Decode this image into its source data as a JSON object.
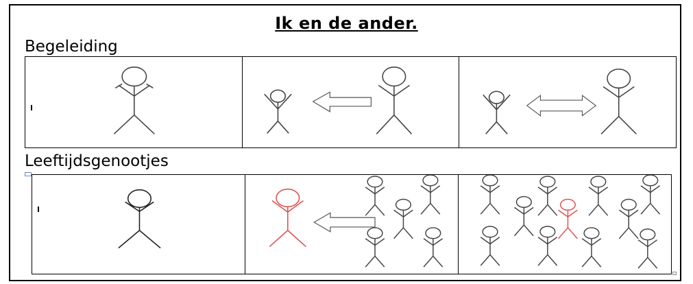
{
  "document": {
    "title": "Ik en de ander.",
    "sections": [
      {
        "label": "Begeleiding"
      },
      {
        "label": "Leeftijdsgenootjes"
      }
    ]
  },
  "colors": {
    "figure_default": "#444444",
    "figure_highlight": "#e05050",
    "border": "#000000"
  },
  "icons": [
    "stick-figure-icon",
    "arrow-left-icon",
    "double-arrow-icon"
  ]
}
